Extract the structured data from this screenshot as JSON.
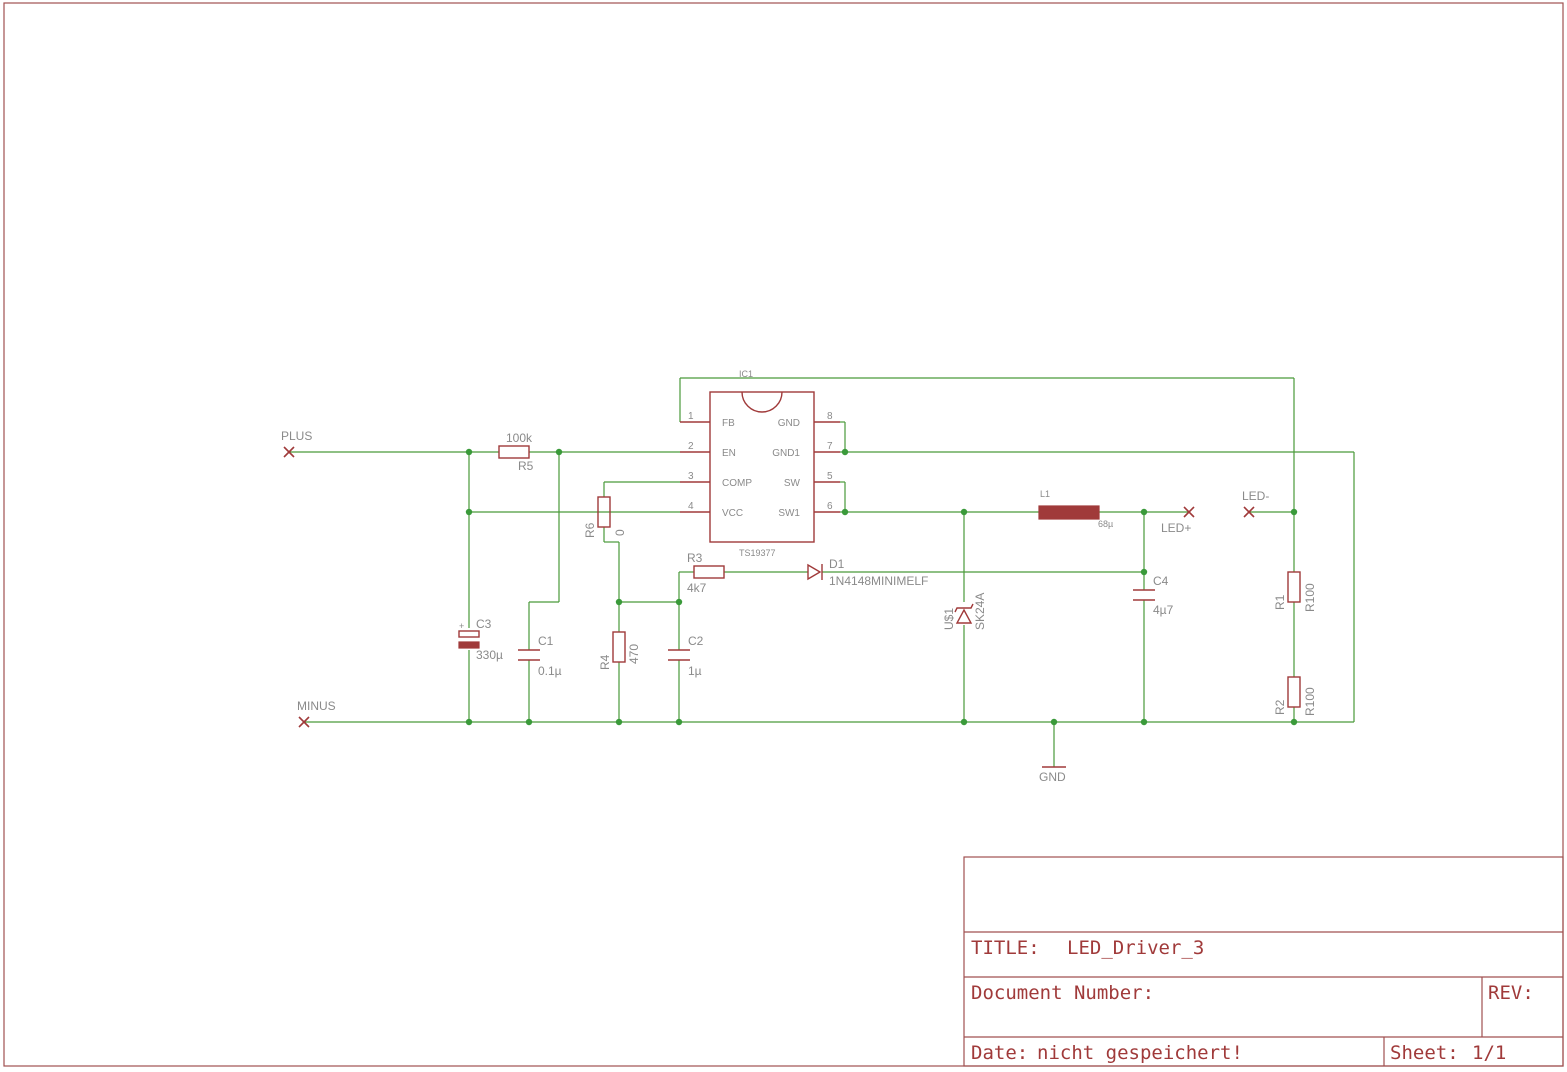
{
  "ic": {
    "name": "IC1",
    "type": "TS19377",
    "pins_left": [
      {
        "num": "1",
        "name": "FB"
      },
      {
        "num": "2",
        "name": "EN"
      },
      {
        "num": "3",
        "name": "COMP"
      },
      {
        "num": "4",
        "name": "VCC"
      }
    ],
    "pins_right": [
      {
        "num": "8",
        "name": "GND"
      },
      {
        "num": "7",
        "name": "GND1"
      },
      {
        "num": "5",
        "name": "SW"
      },
      {
        "num": "6",
        "name": "SW1"
      }
    ]
  },
  "connectors": {
    "plus": "PLUS",
    "minus": "MINUS",
    "led_plus": "LED+",
    "led_minus": "LED-"
  },
  "components": {
    "r5": {
      "name": "R5",
      "value": "100k"
    },
    "r6": {
      "name": "R6",
      "value": "0"
    },
    "r3": {
      "name": "R3",
      "value": "4k7"
    },
    "r4": {
      "name": "R4",
      "value": "470"
    },
    "r1": {
      "name": "R1",
      "value": "R100"
    },
    "r2": {
      "name": "R2",
      "value": "R100"
    },
    "c1": {
      "name": "C1",
      "value": "0.1µ"
    },
    "c2": {
      "name": "C2",
      "value": "1µ"
    },
    "c3": {
      "name": "C3",
      "value": "330µ"
    },
    "c4": {
      "name": "C4",
      "value": "4µ7"
    },
    "d1": {
      "name": "D1",
      "value": "1N4148MINIMELF"
    },
    "u1": {
      "name": "U$1",
      "value": "SK24A"
    },
    "l1": {
      "name": "L1",
      "value": "68µ"
    },
    "gnd": "GND"
  },
  "title_block": {
    "title_label": "TITLE:",
    "title": "LED_Driver_3",
    "docnum_label": "Document Number:",
    "rev_label": "REV:",
    "date_label": "Date:",
    "date": "nicht gespeichert!",
    "sheet_label": "Sheet:",
    "sheet": "1/1"
  },
  "colors": {
    "symbol": "#a03a3a",
    "wire": "#4a9a3a",
    "text": "#8a8a8a"
  }
}
